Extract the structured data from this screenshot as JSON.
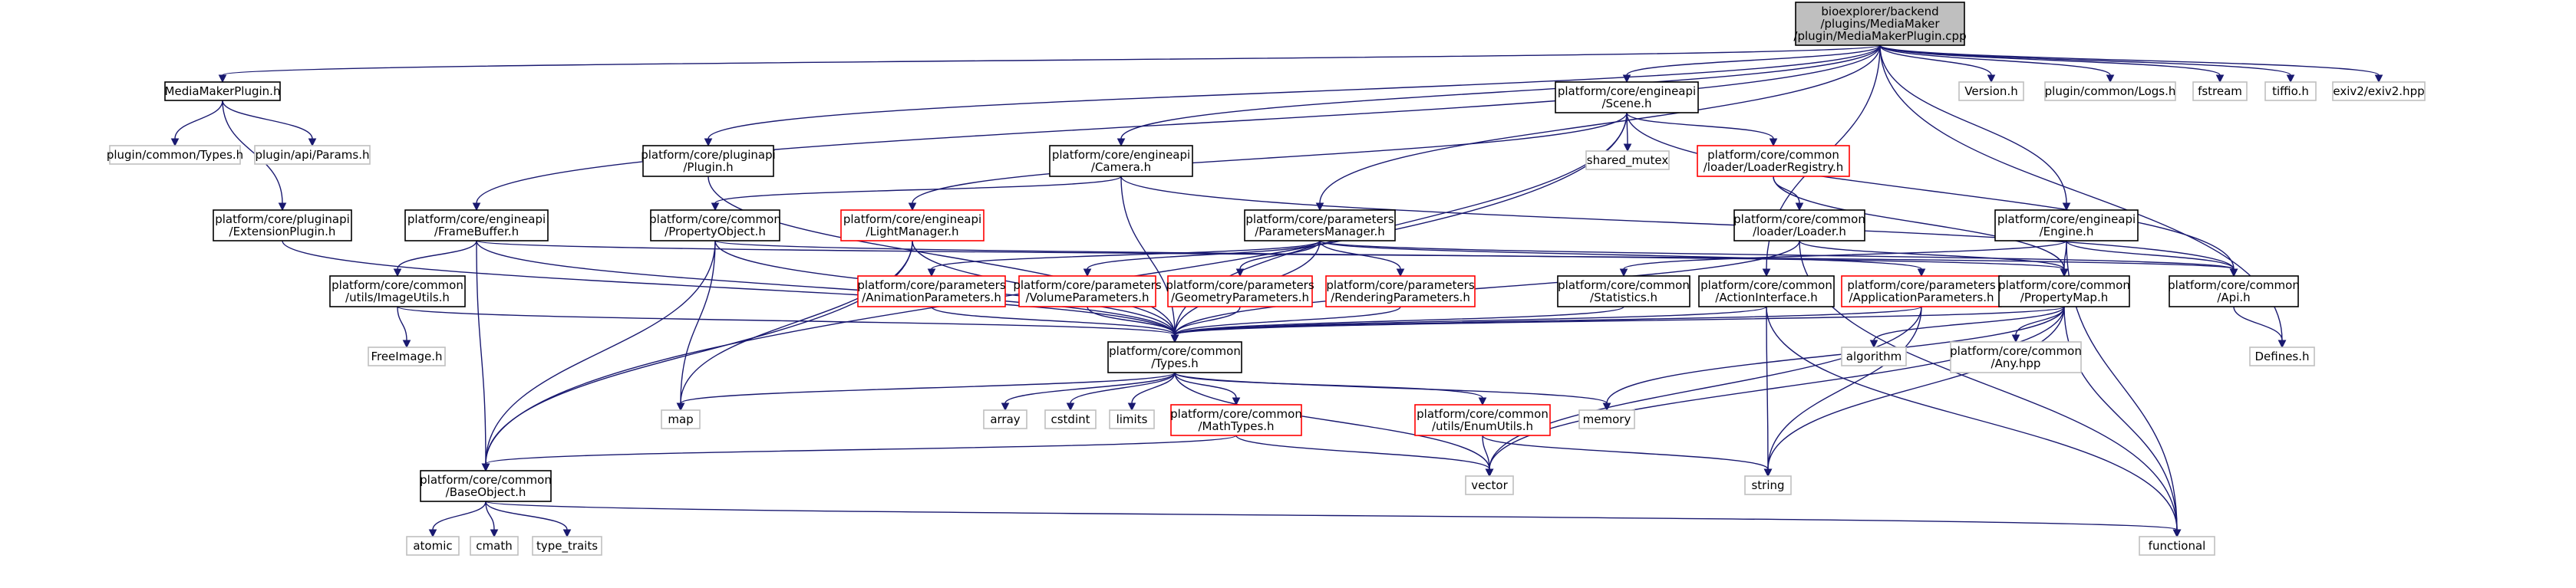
{
  "graph": {
    "root": "bioexplorer",
    "nodes": [
      {
        "id": "bioexplorer",
        "style": "root",
        "lines": [
          "bioexplorer/backend",
          "/plugins/MediaMaker",
          "/plugin/MediaMakerPlugin.cpp"
        ]
      },
      {
        "id": "mmplugin_h",
        "style": "black",
        "lines": [
          "MediaMakerPlugin.h"
        ]
      },
      {
        "id": "engineapi_scene",
        "style": "black",
        "lines": [
          "platform/core/engineapi",
          "/Scene.h"
        ]
      },
      {
        "id": "version_h",
        "style": "gray",
        "lines": [
          "Version.h"
        ]
      },
      {
        "id": "logs_h",
        "style": "gray",
        "lines": [
          "plugin/common/Logs.h"
        ]
      },
      {
        "id": "fstream",
        "style": "gray",
        "lines": [
          "fstream"
        ]
      },
      {
        "id": "tiffio",
        "style": "gray",
        "lines": [
          "tiffio.h"
        ]
      },
      {
        "id": "exiv2",
        "style": "gray",
        "lines": [
          "exiv2/exiv2.hpp"
        ]
      },
      {
        "id": "plugin_types",
        "style": "gray",
        "lines": [
          "plugin/common/Types.h"
        ]
      },
      {
        "id": "plugin_params",
        "style": "gray",
        "lines": [
          "plugin/api/Params.h"
        ]
      },
      {
        "id": "pluginapi_plugin",
        "style": "black",
        "lines": [
          "platform/core/pluginapi",
          "/Plugin.h"
        ]
      },
      {
        "id": "engineapi_camera",
        "style": "black",
        "lines": [
          "platform/core/engineapi",
          "/Camera.h"
        ]
      },
      {
        "id": "shared_mutex",
        "style": "gray",
        "lines": [
          "shared_mutex"
        ]
      },
      {
        "id": "loader_registry",
        "style": "red",
        "lines": [
          "platform/core/common",
          "/loader/LoaderRegistry.h"
        ]
      },
      {
        "id": "ext_plugin",
        "style": "black",
        "lines": [
          "platform/core/pluginapi",
          "/ExtensionPlugin.h"
        ]
      },
      {
        "id": "framebuffer",
        "style": "black",
        "lines": [
          "platform/core/engineapi",
          "/FrameBuffer.h"
        ]
      },
      {
        "id": "property_object",
        "style": "black",
        "lines": [
          "platform/core/common",
          "/PropertyObject.h"
        ]
      },
      {
        "id": "light_manager",
        "style": "red",
        "lines": [
          "platform/core/engineapi",
          "/LightManager.h"
        ]
      },
      {
        "id": "params_manager",
        "style": "black",
        "lines": [
          "platform/core/parameters",
          "/ParametersManager.h"
        ]
      },
      {
        "id": "loader_h",
        "style": "black",
        "lines": [
          "platform/core/common",
          "/loader/Loader.h"
        ]
      },
      {
        "id": "engine_h",
        "style": "black",
        "lines": [
          "platform/core/engineapi",
          "/Engine.h"
        ]
      },
      {
        "id": "image_utils",
        "style": "black",
        "lines": [
          "platform/core/common",
          "/utils/ImageUtils.h"
        ]
      },
      {
        "id": "anim_params",
        "style": "red",
        "lines": [
          "platform/core/parameters",
          "/AnimationParameters.h"
        ]
      },
      {
        "id": "volume_params",
        "style": "red",
        "lines": [
          "platform/core/parameters",
          "/VolumeParameters.h"
        ]
      },
      {
        "id": "geometry_params",
        "style": "red",
        "lines": [
          "platform/core/parameters",
          "/GeometryParameters.h"
        ]
      },
      {
        "id": "rendering_params",
        "style": "red",
        "lines": [
          "platform/core/parameters",
          "/RenderingParameters.h"
        ]
      },
      {
        "id": "statistics",
        "style": "black",
        "lines": [
          "platform/core/common",
          "/Statistics.h"
        ]
      },
      {
        "id": "action_interface",
        "style": "black",
        "lines": [
          "platform/core/common",
          "/ActionInterface.h"
        ]
      },
      {
        "id": "app_params",
        "style": "red",
        "lines": [
          "platform/core/parameters",
          "/ApplicationParameters.h"
        ]
      },
      {
        "id": "property_map",
        "style": "black",
        "lines": [
          "platform/core/common",
          "/PropertyMap.h"
        ]
      },
      {
        "id": "api_h",
        "style": "black",
        "lines": [
          "platform/core/common",
          "/Api.h"
        ]
      },
      {
        "id": "freeimage",
        "style": "gray",
        "lines": [
          "FreeImage.h"
        ]
      },
      {
        "id": "types_h",
        "style": "black",
        "lines": [
          "platform/core/common",
          "/Types.h"
        ]
      },
      {
        "id": "defines_h",
        "style": "gray",
        "lines": [
          "Defines.h"
        ]
      },
      {
        "id": "algorithm",
        "style": "gray",
        "lines": [
          "algorithm"
        ]
      },
      {
        "id": "any_hpp",
        "style": "gray",
        "lines": [
          "platform/core/common",
          "/Any.hpp"
        ]
      },
      {
        "id": "map",
        "style": "gray",
        "lines": [
          "map"
        ]
      },
      {
        "id": "array",
        "style": "gray",
        "lines": [
          "array"
        ]
      },
      {
        "id": "cstdint",
        "style": "gray",
        "lines": [
          "cstdint"
        ]
      },
      {
        "id": "limits",
        "style": "gray",
        "lines": [
          "limits"
        ]
      },
      {
        "id": "math_types",
        "style": "red",
        "lines": [
          "platform/core/common",
          "/MathTypes.h"
        ]
      },
      {
        "id": "enum_utils",
        "style": "red",
        "lines": [
          "platform/core/common",
          "/utils/EnumUtils.h"
        ]
      },
      {
        "id": "memory",
        "style": "gray",
        "lines": [
          "memory"
        ]
      },
      {
        "id": "base_object",
        "style": "black",
        "lines": [
          "platform/core/common",
          "/BaseObject.h"
        ]
      },
      {
        "id": "vector",
        "style": "gray",
        "lines": [
          "vector"
        ]
      },
      {
        "id": "string",
        "style": "gray",
        "lines": [
          "string"
        ]
      },
      {
        "id": "atomic",
        "style": "gray",
        "lines": [
          "atomic"
        ]
      },
      {
        "id": "cmath",
        "style": "gray",
        "lines": [
          "cmath"
        ]
      },
      {
        "id": "type_traits",
        "style": "gray",
        "lines": [
          "type_traits"
        ]
      },
      {
        "id": "functional",
        "style": "gray",
        "lines": [
          "functional"
        ]
      }
    ],
    "edges": [
      [
        "bioexplorer",
        "mmplugin_h"
      ],
      [
        "bioexplorer",
        "pluginapi_plugin"
      ],
      [
        "bioexplorer",
        "engineapi_camera"
      ],
      [
        "bioexplorer",
        "framebuffer"
      ],
      [
        "bioexplorer",
        "params_manager"
      ],
      [
        "bioexplorer",
        "engineapi_scene"
      ],
      [
        "bioexplorer",
        "action_interface"
      ],
      [
        "bioexplorer",
        "engine_h"
      ],
      [
        "bioexplorer",
        "defines_h"
      ],
      [
        "bioexplorer",
        "version_h"
      ],
      [
        "bioexplorer",
        "logs_h"
      ],
      [
        "bioexplorer",
        "fstream"
      ],
      [
        "bioexplorer",
        "tiffio"
      ],
      [
        "bioexplorer",
        "exiv2"
      ],
      [
        "mmplugin_h",
        "plugin_types"
      ],
      [
        "mmplugin_h",
        "plugin_params"
      ],
      [
        "mmplugin_h",
        "ext_plugin"
      ],
      [
        "ext_plugin",
        "types_h"
      ],
      [
        "pluginapi_plugin",
        "types_h"
      ],
      [
        "engineapi_camera",
        "property_object"
      ],
      [
        "engineapi_camera",
        "types_h"
      ],
      [
        "engineapi_camera",
        "api_h"
      ],
      [
        "engineapi_scene",
        "light_manager"
      ],
      [
        "engineapi_scene",
        "shared_mutex"
      ],
      [
        "engineapi_scene",
        "loader_registry"
      ],
      [
        "engineapi_scene",
        "api_h"
      ],
      [
        "engineapi_scene",
        "base_object"
      ],
      [
        "engineapi_scene",
        "types_h"
      ],
      [
        "loader_registry",
        "loader_h"
      ],
      [
        "loader_registry",
        "property_map"
      ],
      [
        "loader_h",
        "types_h"
      ],
      [
        "loader_h",
        "property_map"
      ],
      [
        "loader_h",
        "functional"
      ],
      [
        "framebuffer",
        "image_utils"
      ],
      [
        "framebuffer",
        "types_h"
      ],
      [
        "framebuffer",
        "api_h"
      ],
      [
        "framebuffer",
        "base_object"
      ],
      [
        "image_utils",
        "freeimage"
      ],
      [
        "image_utils",
        "types_h"
      ],
      [
        "property_object",
        "property_map"
      ],
      [
        "property_object",
        "types_h"
      ],
      [
        "property_object",
        "base_object"
      ],
      [
        "property_object",
        "map"
      ],
      [
        "light_manager",
        "types_h"
      ],
      [
        "light_manager",
        "base_object"
      ],
      [
        "light_manager",
        "map"
      ],
      [
        "params_manager",
        "anim_params"
      ],
      [
        "params_manager",
        "volume_params"
      ],
      [
        "params_manager",
        "geometry_params"
      ],
      [
        "params_manager",
        "rendering_params"
      ],
      [
        "params_manager",
        "app_params"
      ],
      [
        "params_manager",
        "api_h"
      ],
      [
        "params_manager",
        "types_h"
      ],
      [
        "anim_params",
        "types_h"
      ],
      [
        "volume_params",
        "types_h"
      ],
      [
        "geometry_params",
        "types_h"
      ],
      [
        "rendering_params",
        "types_h"
      ],
      [
        "app_params",
        "types_h"
      ],
      [
        "app_params",
        "string"
      ],
      [
        "app_params",
        "vector"
      ],
      [
        "engine_h",
        "statistics"
      ],
      [
        "engine_h",
        "property_map"
      ],
      [
        "engine_h",
        "api_h"
      ],
      [
        "engine_h",
        "functional"
      ],
      [
        "statistics",
        "types_h"
      ],
      [
        "action_interface",
        "types_h"
      ],
      [
        "action_interface",
        "string"
      ],
      [
        "action_interface",
        "functional"
      ],
      [
        "property_map",
        "types_h"
      ],
      [
        "property_map",
        "algorithm"
      ],
      [
        "property_map",
        "any_hpp"
      ],
      [
        "property_map",
        "memory"
      ],
      [
        "property_map",
        "string"
      ],
      [
        "property_map",
        "vector"
      ],
      [
        "property_map",
        "functional"
      ],
      [
        "api_h",
        "defines_h"
      ],
      [
        "types_h",
        "map"
      ],
      [
        "types_h",
        "array"
      ],
      [
        "types_h",
        "cstdint"
      ],
      [
        "types_h",
        "limits"
      ],
      [
        "types_h",
        "math_types"
      ],
      [
        "types_h",
        "enum_utils"
      ],
      [
        "types_h",
        "memory"
      ],
      [
        "types_h",
        "vector"
      ],
      [
        "math_types",
        "base_object"
      ],
      [
        "math_types",
        "vector"
      ],
      [
        "enum_utils",
        "vector"
      ],
      [
        "enum_utils",
        "string"
      ],
      [
        "base_object",
        "atomic"
      ],
      [
        "base_object",
        "cmath"
      ],
      [
        "base_object",
        "type_traits"
      ],
      [
        "base_object",
        "functional"
      ]
    ]
  }
}
